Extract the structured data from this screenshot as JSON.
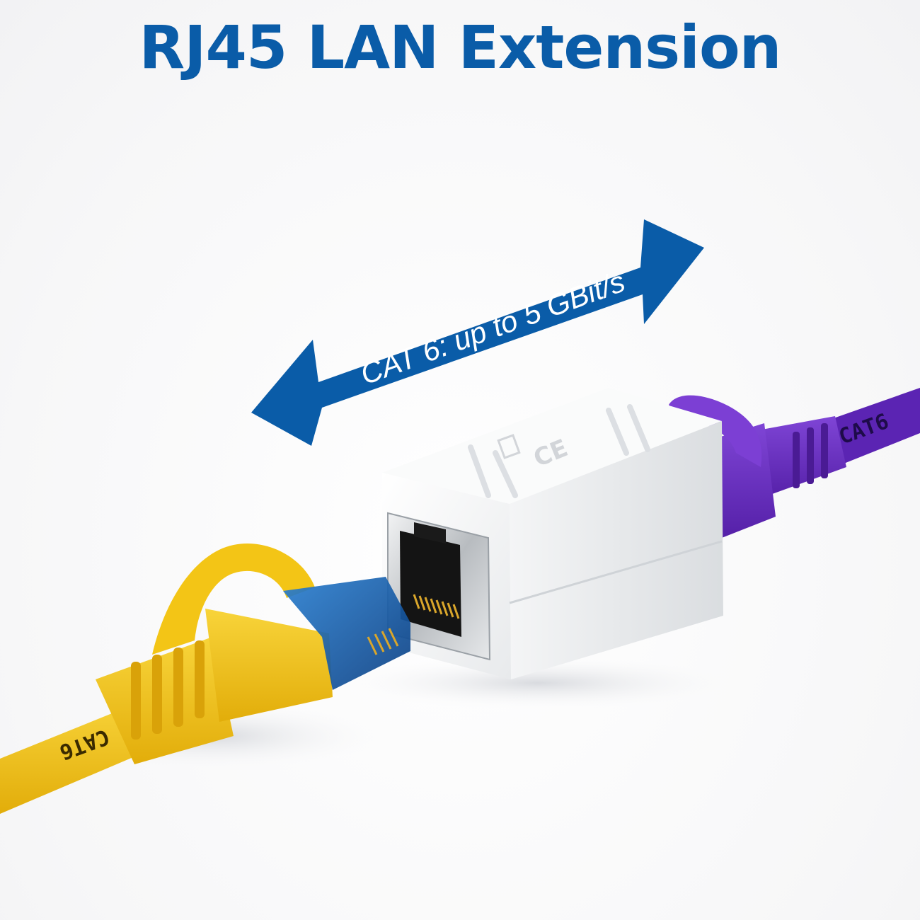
{
  "title": "RJ45 LAN Extension",
  "arrow": {
    "label": "CAT 6: up to 5 GBit/s",
    "color": "#0a5ca8"
  },
  "cables": {
    "left": {
      "marking": "CAT6",
      "color": "#f3c516"
    },
    "right": {
      "marking": "CAT6",
      "color": "#6a2fc4"
    }
  },
  "coupler": {
    "color": "#f4f5f6"
  }
}
